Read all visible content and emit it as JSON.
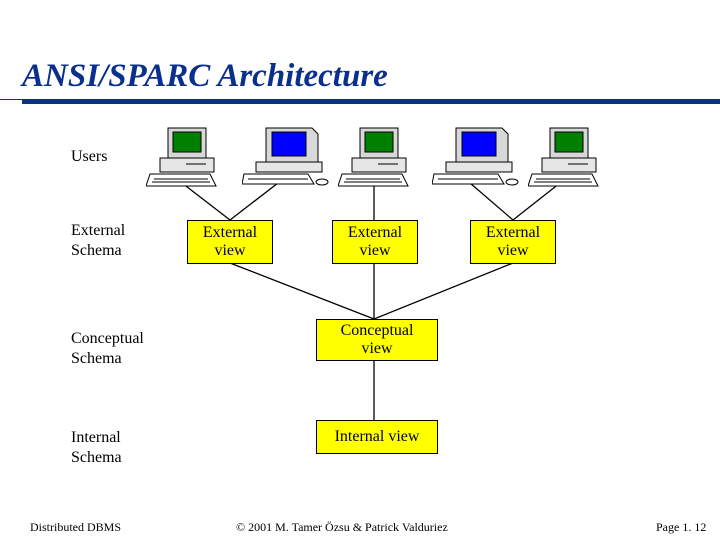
{
  "title": "ANSI/SPARC Architecture",
  "labels": {
    "users": "Users",
    "external_schema": [
      "External",
      "Schema"
    ],
    "conceptual_schema": [
      "Conceptual",
      "Schema"
    ],
    "internal_schema": [
      "Internal",
      "Schema"
    ]
  },
  "external_views": [
    {
      "line1": "External",
      "line2": "view"
    },
    {
      "line1": "External",
      "line2": "view"
    },
    {
      "line1": "External",
      "line2": "view"
    }
  ],
  "conceptual_view": {
    "line1": "Conceptual",
    "line2": "view"
  },
  "internal_view": "Internal view",
  "computers": [
    {
      "type": "desktop",
      "screen_color": "#008000"
    },
    {
      "type": "workstation",
      "screen_color": "#0000ff"
    },
    {
      "type": "desktop",
      "screen_color": "#008000"
    },
    {
      "type": "workstation",
      "screen_color": "#0000ff"
    },
    {
      "type": "desktop",
      "screen_color": "#008000"
    }
  ],
  "colors": {
    "title": "#0a2f8c",
    "box_fill": "#ffff00"
  },
  "footer": {
    "left": "Distributed DBMS",
    "center": "© 2001 M. Tamer Özsu & Patrick Valduriez",
    "right": "Page 1. 12"
  }
}
